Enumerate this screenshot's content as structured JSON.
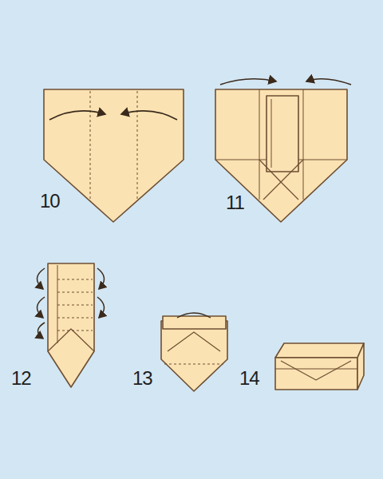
{
  "diagram": {
    "labels": [
      "10",
      "11",
      "12",
      "13",
      "14"
    ]
  }
}
